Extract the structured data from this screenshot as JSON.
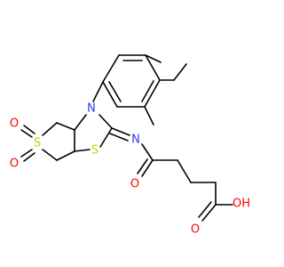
{
  "atoms": {
    "n1": {
      "symbol": "N",
      "color": "#3333ff"
    },
    "n2": {
      "symbol": "N",
      "color": "#3333ff"
    },
    "s_ring": {
      "symbol": "S",
      "color": "#cccc00"
    },
    "s_sulfone": {
      "symbol": "S",
      "color": "#cccc00"
    },
    "o_sulfone_top": {
      "symbol": "O",
      "color": "#ff0000"
    },
    "o_sulfone_bottom": {
      "symbol": "O",
      "color": "#ff0000"
    },
    "o_amide": {
      "symbol": "O",
      "color": "#ff0000"
    },
    "o_acid_double": {
      "symbol": "O",
      "color": "#ff0000"
    },
    "oh_acid": {
      "symbol": "OH",
      "color": "#ff0000"
    }
  }
}
